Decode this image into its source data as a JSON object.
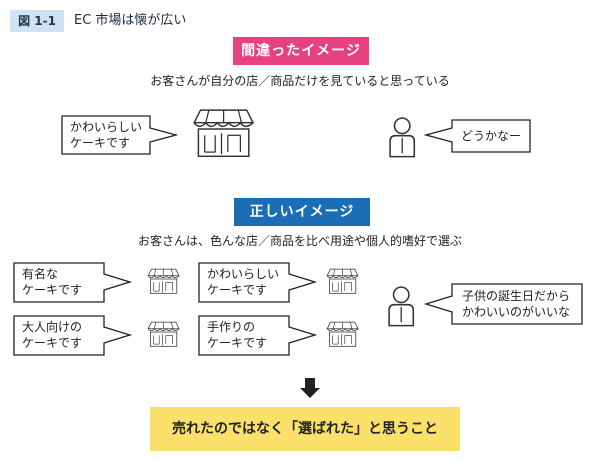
{
  "figure": {
    "label": "図 1-1",
    "title": "EC 市場は懐が広い"
  },
  "wrong_image": {
    "banner": "間違ったイメージ",
    "caption": "お客さんが自分の店／商品だけを見ていると思っている",
    "shop_bubble": [
      "かわいらしい",
      "ケーキです"
    ],
    "customer_bubble": [
      "どうかなー"
    ]
  },
  "right_image": {
    "banner": "正しいイメージ",
    "caption": "お客さんは、色んな店／商品を比べ用途や個人的嗜好で選ぶ",
    "shops": [
      {
        "lines": [
          "有名な",
          "ケーキです"
        ]
      },
      {
        "lines": [
          "かわいらしい",
          "ケーキです"
        ]
      },
      {
        "lines": [
          "大人向けの",
          "ケーキです"
        ]
      },
      {
        "lines": [
          "手作りの",
          "ケーキです"
        ]
      }
    ],
    "customer_bubble": [
      "子供の誕生日だから",
      "かわいいのがいいな"
    ]
  },
  "conclusion": "売れたのではなく「選ばれた」と思うこと",
  "colors": {
    "wrong_banner": "#e8417f",
    "right_banner": "#1b6db5",
    "conclusion_bg": "#fbe16b",
    "figure_label_bg": "#cfe3f2"
  }
}
